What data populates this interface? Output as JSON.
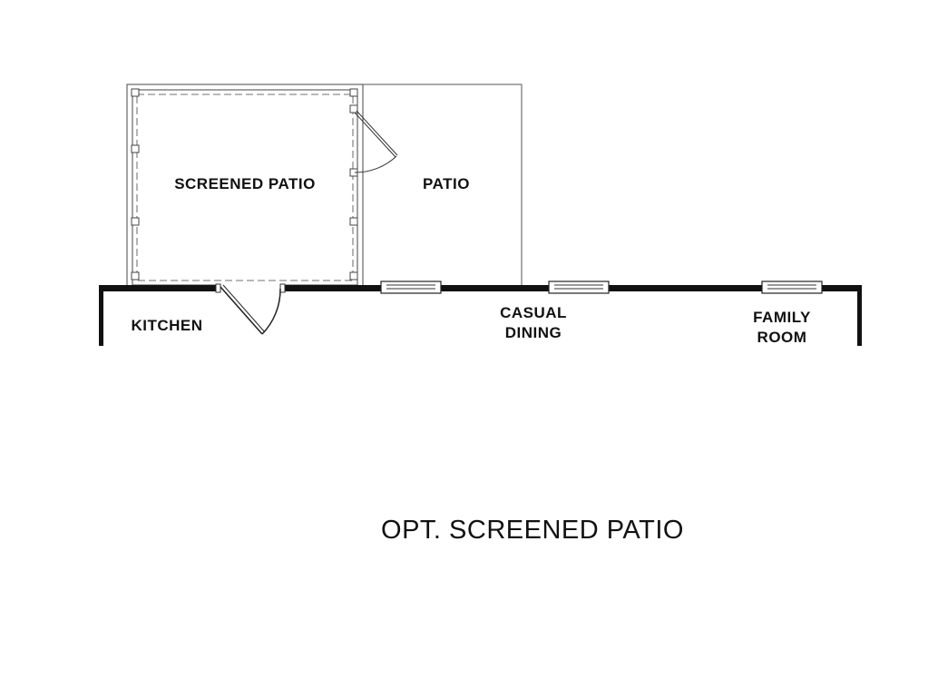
{
  "rooms": {
    "screened_patio": "SCREENED PATIO",
    "patio": "PATIO",
    "kitchen": "KITCHEN",
    "casual_dining_line1": "CASUAL",
    "casual_dining_line2": "DINING",
    "family_room_line1": "FAMILY",
    "family_room_line2": "ROOM"
  },
  "caption": "OPT. SCREENED PATIO"
}
